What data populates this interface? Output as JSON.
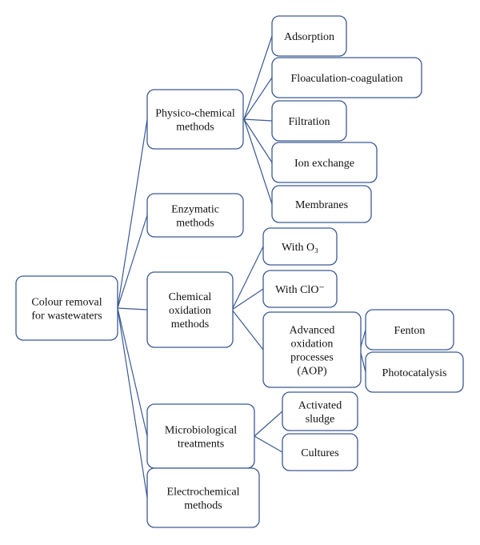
{
  "diagram": {
    "edge_color": "#3c5a93",
    "nodes": [
      {
        "id": "root",
        "lines": [
          "Colour removal",
          "for wastewaters"
        ]
      },
      {
        "id": "physico",
        "lines": [
          "Physico-chemical",
          "methods"
        ]
      },
      {
        "id": "enzymatic",
        "lines": [
          "Enzymatic",
          "methods"
        ]
      },
      {
        "id": "chemical",
        "lines": [
          "Chemical",
          "oxidation",
          "methods"
        ]
      },
      {
        "id": "micro",
        "lines": [
          "Microbiological",
          "treatments"
        ]
      },
      {
        "id": "electro",
        "lines": [
          "Electrochemical",
          "methods"
        ]
      },
      {
        "id": "adsorption",
        "lines": [
          "Adsorption"
        ]
      },
      {
        "id": "floaculation",
        "lines": [
          "Floaculation-coagulation"
        ]
      },
      {
        "id": "filtration",
        "lines": [
          "Filtration"
        ]
      },
      {
        "id": "ionexchange",
        "lines": [
          "Ion exchange"
        ]
      },
      {
        "id": "membranes",
        "lines": [
          "Membranes"
        ]
      },
      {
        "id": "o3",
        "lines": [
          "With O₃"
        ]
      },
      {
        "id": "clo",
        "lines": [
          "With ClO⁻"
        ]
      },
      {
        "id": "aop",
        "lines": [
          "Advanced",
          "oxidation",
          "processes",
          "(AOP)"
        ]
      },
      {
        "id": "fenton",
        "lines": [
          "Fenton"
        ]
      },
      {
        "id": "photocatalysis",
        "lines": [
          "Photocatalysis"
        ]
      },
      {
        "id": "sludge",
        "lines": [
          "Activated",
          "sludge"
        ]
      },
      {
        "id": "cultures",
        "lines": [
          "Cultures"
        ]
      }
    ],
    "edges": [
      [
        "root",
        "physico"
      ],
      [
        "root",
        "enzymatic"
      ],
      [
        "root",
        "chemical"
      ],
      [
        "root",
        "micro"
      ],
      [
        "root",
        "electro"
      ],
      [
        "physico",
        "adsorption"
      ],
      [
        "physico",
        "floaculation"
      ],
      [
        "physico",
        "filtration"
      ],
      [
        "physico",
        "ionexchange"
      ],
      [
        "physico",
        "membranes"
      ],
      [
        "chemical",
        "o3"
      ],
      [
        "chemical",
        "clo"
      ],
      [
        "chemical",
        "aop"
      ],
      [
        "aop",
        "fenton"
      ],
      [
        "aop",
        "photocatalysis"
      ],
      [
        "micro",
        "sludge"
      ],
      [
        "micro",
        "cultures"
      ]
    ]
  }
}
